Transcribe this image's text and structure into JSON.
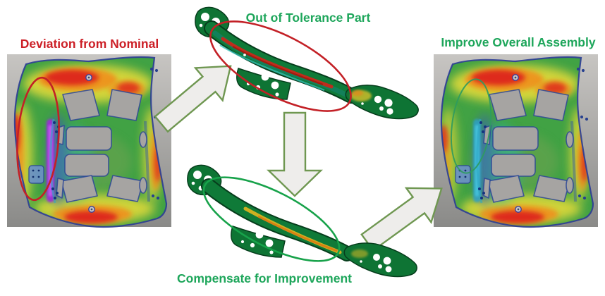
{
  "diagram": {
    "labels": {
      "deviation": "Deviation from Nominal",
      "out_of_tolerance": "Out of Tolerance Part",
      "improve_assembly": "Improve Overall Assembly",
      "compensate": "Compensate for Improvement"
    },
    "colors": {
      "label_red": "#cc1f26",
      "label_green": "#1ea65b",
      "annotation_red_ellipse": "#c32026",
      "annotation_green_ellipse": "#1ea64f",
      "arrow_fill": "#eeedeb",
      "arrow_stroke": "#6f9751",
      "panel_gray_top": "#c7c5c2",
      "panel_gray_bottom": "#8a8a88",
      "heatmap_scale": [
        "#2b3c96",
        "#2fb3a0",
        "#41a244",
        "#ddd83a",
        "#ef8f1e",
        "#de2b1c",
        "#9b2fd6"
      ]
    },
    "panels": {
      "left": {
        "annotation": "red-ellipse"
      },
      "right": {
        "annotation": "green-ellipse"
      }
    },
    "parts": {
      "top": {
        "annotation": "red-ellipse"
      },
      "bottom": {
        "annotation": "green-ellipse"
      }
    },
    "arrows": [
      {
        "name": "left-panel-to-part",
        "direction": "up-right"
      },
      {
        "name": "part-to-compensated-part",
        "direction": "down"
      },
      {
        "name": "compensated-part-to-right-panel",
        "direction": "up-right"
      }
    ]
  }
}
